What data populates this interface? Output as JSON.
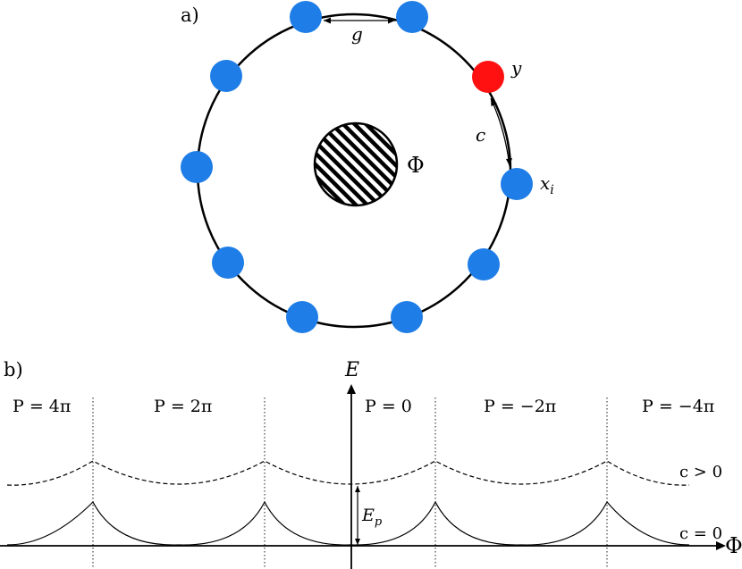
{
  "panel_a": {
    "label": "a)",
    "gap_label": "g",
    "coupling_label": "c",
    "flux_label": "Φ",
    "impurity_label": "y",
    "site_label_base": "x",
    "site_label_sub": "i",
    "colors": {
      "site": "#1e7de6",
      "impurity": "#ff1111",
      "line": "#000000"
    }
  },
  "panel_b": {
    "label": "b)",
    "energy_axis_label": "E",
    "flux_axis_label": "Φ",
    "ep_label_base": "E",
    "ep_label_sub": "p",
    "sector_labels": [
      "P = 4π",
      "P = 2π",
      "P = 0",
      "P = −2π",
      "P = −4π"
    ],
    "curve_labels": {
      "upper": "c > 0",
      "lower": "c = 0"
    }
  }
}
